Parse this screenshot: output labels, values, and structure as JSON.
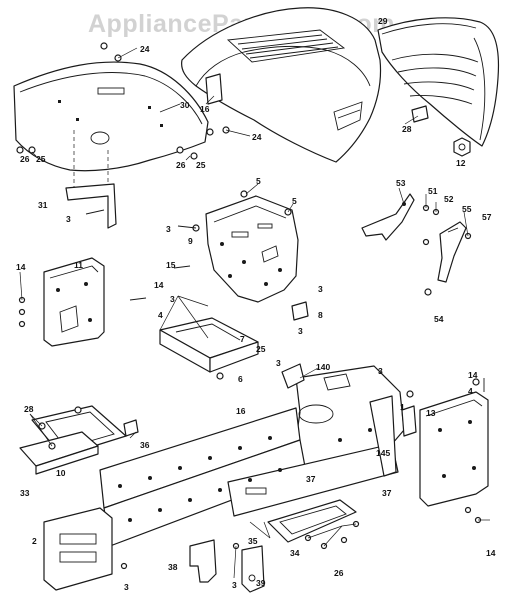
{
  "watermark": "AppliancePartsPros.com",
  "callouts": {
    "c24a": "24",
    "c29": "29",
    "c30": "30",
    "c16a": "16",
    "c28a": "28",
    "c12": "12",
    "c24b": "24",
    "c26a": "26",
    "c25a": "25",
    "c26b": "26",
    "c25b": "25",
    "c31": "31",
    "c3a": "3",
    "c5a": "5",
    "c5b": "5",
    "c3b": "3",
    "c9": "9",
    "c53": "53",
    "c51": "51",
    "c52": "52",
    "c55": "55",
    "c57": "57",
    "c14a": "14",
    "c11": "11",
    "c15": "15",
    "c14b": "14",
    "c3c": "3",
    "c4a": "4",
    "c3d": "3",
    "c8": "8",
    "c3e": "3",
    "c7": "7",
    "c25c": "25",
    "c54": "54",
    "c6": "6",
    "c16b": "16",
    "c3f": "3",
    "c140": "140",
    "c3g": "3",
    "c14c": "14",
    "c4b": "4",
    "c1": "1",
    "c13": "13",
    "c28b": "28",
    "c36": "36",
    "c10": "10",
    "c33": "33",
    "c145": "145",
    "c37a": "37",
    "c37b": "37",
    "c35": "35",
    "c34": "34",
    "c26c": "26",
    "c14d": "14",
    "c2": "2",
    "c3h": "3",
    "c38": "38",
    "c3i": "3",
    "c39": "39"
  }
}
